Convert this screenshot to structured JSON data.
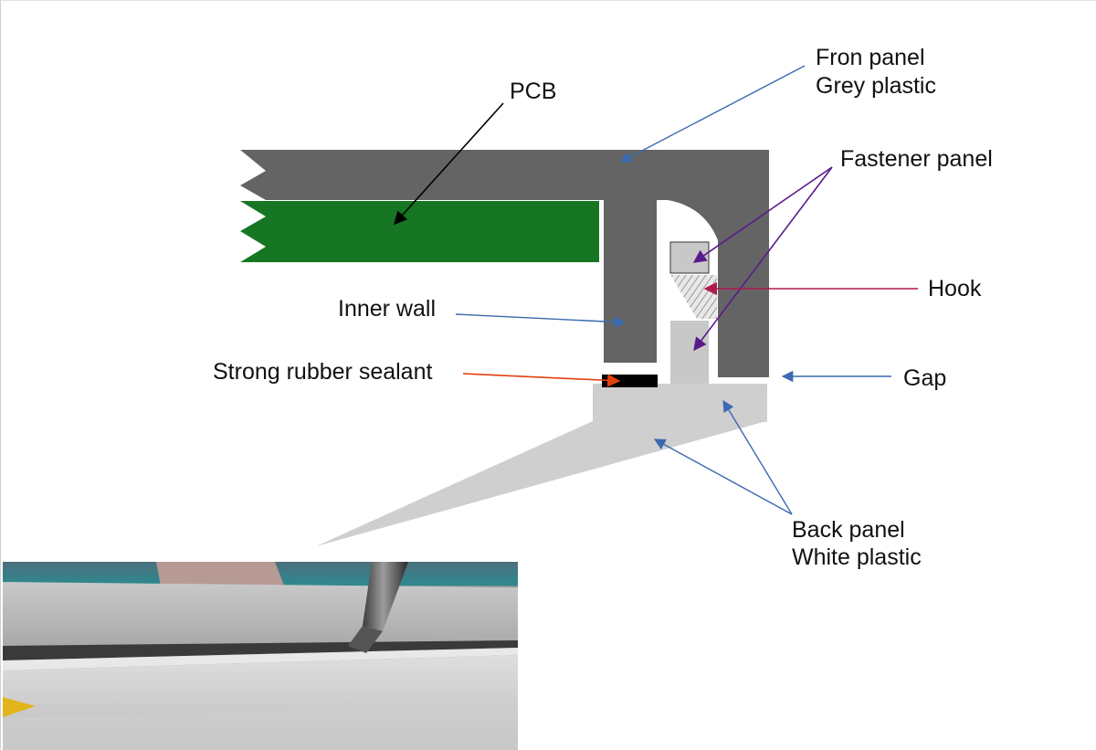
{
  "labels": {
    "pcb": "PCB",
    "front_panel_line1": "Fron panel",
    "front_panel_line2": "Grey plastic",
    "fastener_panel": "Fastener panel",
    "hook": "Hook",
    "inner_wall": "Inner wall",
    "rubber_sealant": "Strong rubber sealant",
    "gap": "Gap",
    "back_panel_line1": "Back panel",
    "back_panel_line2": "White plastic"
  },
  "colors": {
    "front_panel": "#646464",
    "pcb": "#167623",
    "back_panel": "#cfcfcf",
    "fastener": "#c8c8c8",
    "sealant": "#000000",
    "blue_arrow": "#3a6ab0",
    "purple_arrow": "#5a1a8a",
    "hook_arrow": "#b01850",
    "sealant_arrow": "#e04010",
    "pcb_arrow": "#000000"
  },
  "photo": {
    "description_icon": "photo-inset"
  }
}
